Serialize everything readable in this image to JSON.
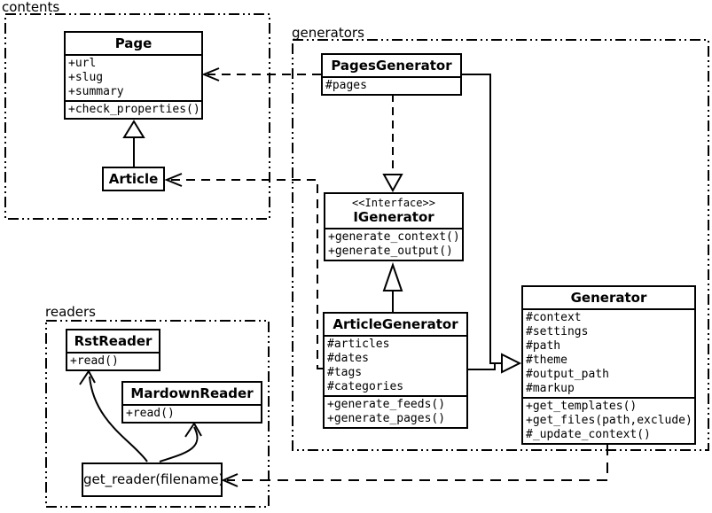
{
  "packages": {
    "contents": {
      "label": "contents"
    },
    "generators": {
      "label": "generators"
    },
    "readers": {
      "label": "readers"
    }
  },
  "classes": {
    "page": {
      "name": "Page",
      "attributes": [
        "+url",
        "+slug",
        "+summary"
      ],
      "methods": [
        "+check_properties()"
      ]
    },
    "article": {
      "name": "Article"
    },
    "pages_generator": {
      "name": "PagesGenerator",
      "attributes": [
        "#pages"
      ]
    },
    "igenerator": {
      "stereotype": "<<Interface>>",
      "name": "IGenerator",
      "methods": [
        "+generate_context()",
        "+generate_output()"
      ]
    },
    "article_generator": {
      "name": "ArticleGenerator",
      "attributes": [
        "#articles",
        "#dates",
        "#tags",
        "#categories"
      ],
      "methods": [
        "+generate_feeds()",
        "+generate_pages()"
      ]
    },
    "generator": {
      "name": "Generator",
      "attributes": [
        "#context",
        "#settings",
        "#path",
        "#theme",
        "#output_path",
        "#markup"
      ],
      "methods": [
        "+get_templates()",
        "+get_files(path,exclude)",
        "#_update_context()"
      ]
    },
    "rst_reader": {
      "name": "RstReader",
      "methods": [
        "+read()"
      ]
    },
    "markdown_reader": {
      "name": "MardownReader",
      "methods": [
        "+read()"
      ]
    },
    "get_reader": {
      "label": "get_reader(filename)"
    }
  },
  "relationships": [
    {
      "from": "Article",
      "to": "Page",
      "type": "generalization"
    },
    {
      "from": "PagesGenerator",
      "to": "Page",
      "type": "dependency"
    },
    {
      "from": "ArticleGenerator",
      "to": "Article",
      "type": "dependency"
    },
    {
      "from": "PagesGenerator",
      "to": "IGenerator",
      "type": "realization"
    },
    {
      "from": "ArticleGenerator",
      "to": "IGenerator",
      "type": "generalization"
    },
    {
      "from": "PagesGenerator",
      "to": "Generator",
      "type": "generalization"
    },
    {
      "from": "ArticleGenerator",
      "to": "Generator",
      "type": "generalization"
    },
    {
      "from": "Generator",
      "to": "get_reader(filename)",
      "type": "dependency"
    },
    {
      "from": "get_reader(filename)",
      "to": "RstReader",
      "type": "call"
    },
    {
      "from": "get_reader(filename)",
      "to": "MardownReader",
      "type": "call"
    }
  ],
  "colors": {
    "line": "#000000",
    "background": "#ffffff"
  }
}
